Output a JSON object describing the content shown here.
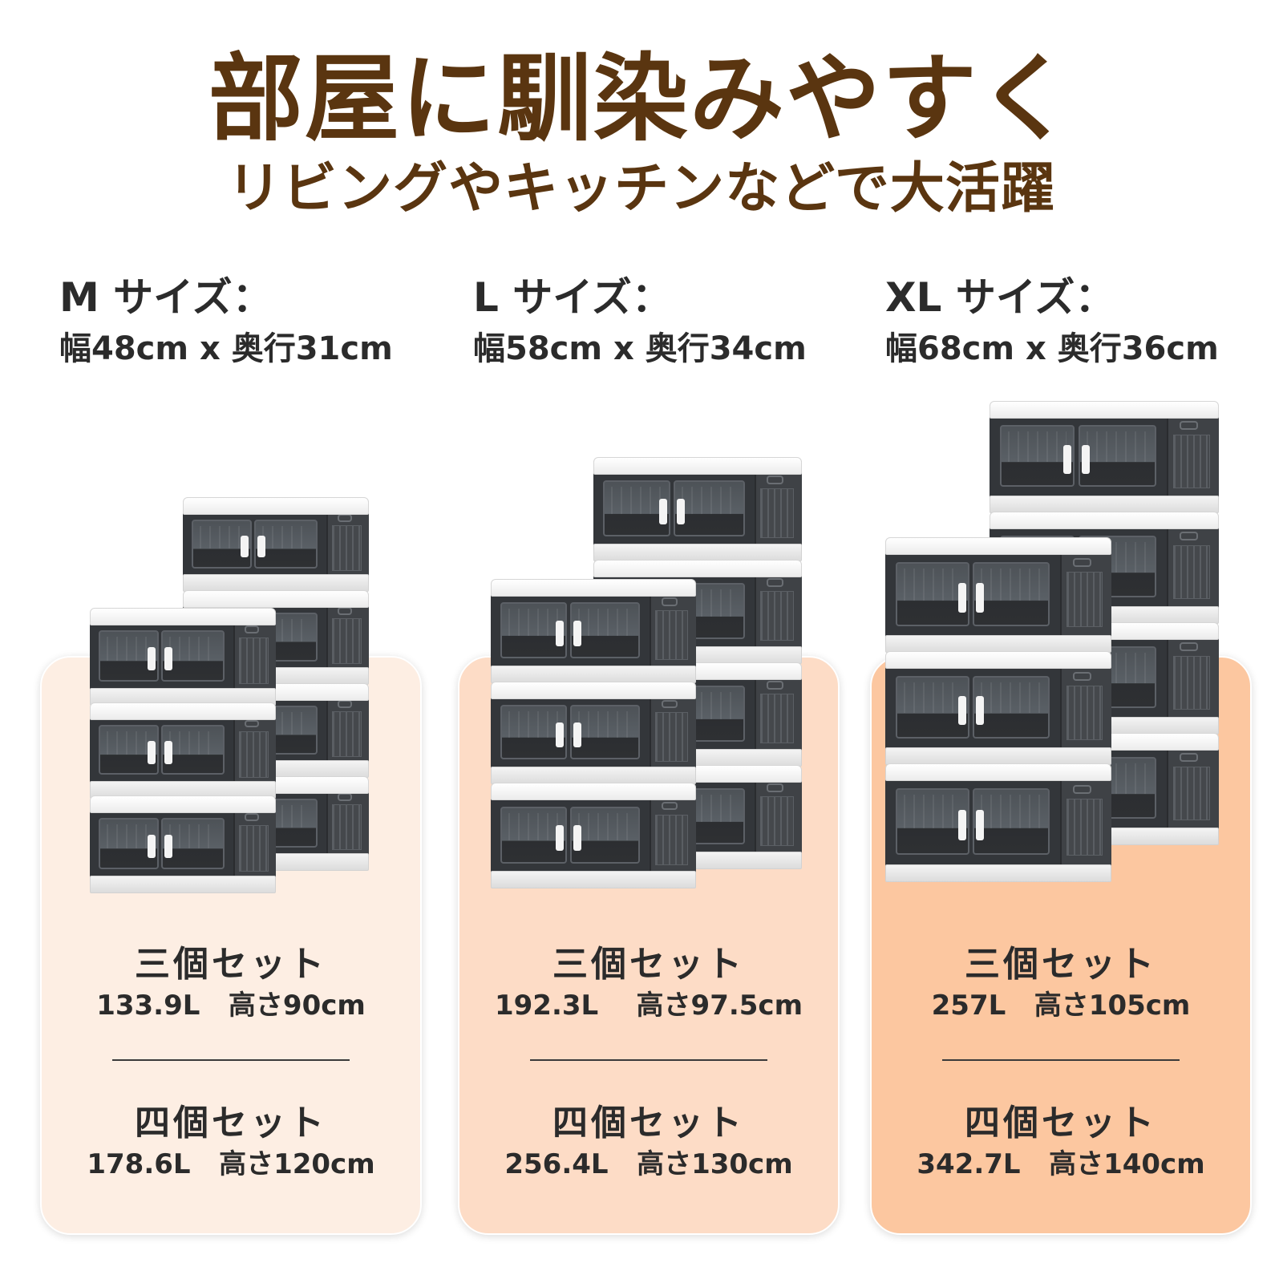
{
  "header": {
    "headline": "部屋に馴染みやすく",
    "subline": "リビングやキッチンなどで大活躍"
  },
  "sizes": [
    {
      "title": "M サイズ：",
      "dims": "幅48cm x  奥行31cm",
      "card_color": "#fdeee3",
      "sets": [
        {
          "label": "三個セット",
          "value": "133.9L   高さ90cm"
        },
        {
          "label": "四個セット",
          "value": "178.6L   高さ120cm"
        }
      ]
    },
    {
      "title": "L サイズ：",
      "dims": "幅58cm x  奥行34cm",
      "card_color": "#fddcc6",
      "sets": [
        {
          "label": "三個セット",
          "value": "192.3L    高さ97.5cm"
        },
        {
          "label": "四個セット",
          "value": "256.4L   高さ130cm"
        }
      ]
    },
    {
      "title": "XL サイズ：",
      "dims": "幅68cm x  奥行36cm",
      "card_color": "#fcc7a0",
      "sets": [
        {
          "label": "三個セット",
          "value": "257L   高さ105cm"
        },
        {
          "label": "四個セット",
          "value": "342.7L   高さ140cm"
        }
      ]
    }
  ],
  "colors": {
    "headline": "#5a3510",
    "text": "#2b2b2b"
  },
  "images": {
    "m": "stacked-storage-boxes-3-and-4",
    "l": "stacked-storage-boxes-3-and-4",
    "xl": "stacked-storage-boxes-3-and-4"
  }
}
